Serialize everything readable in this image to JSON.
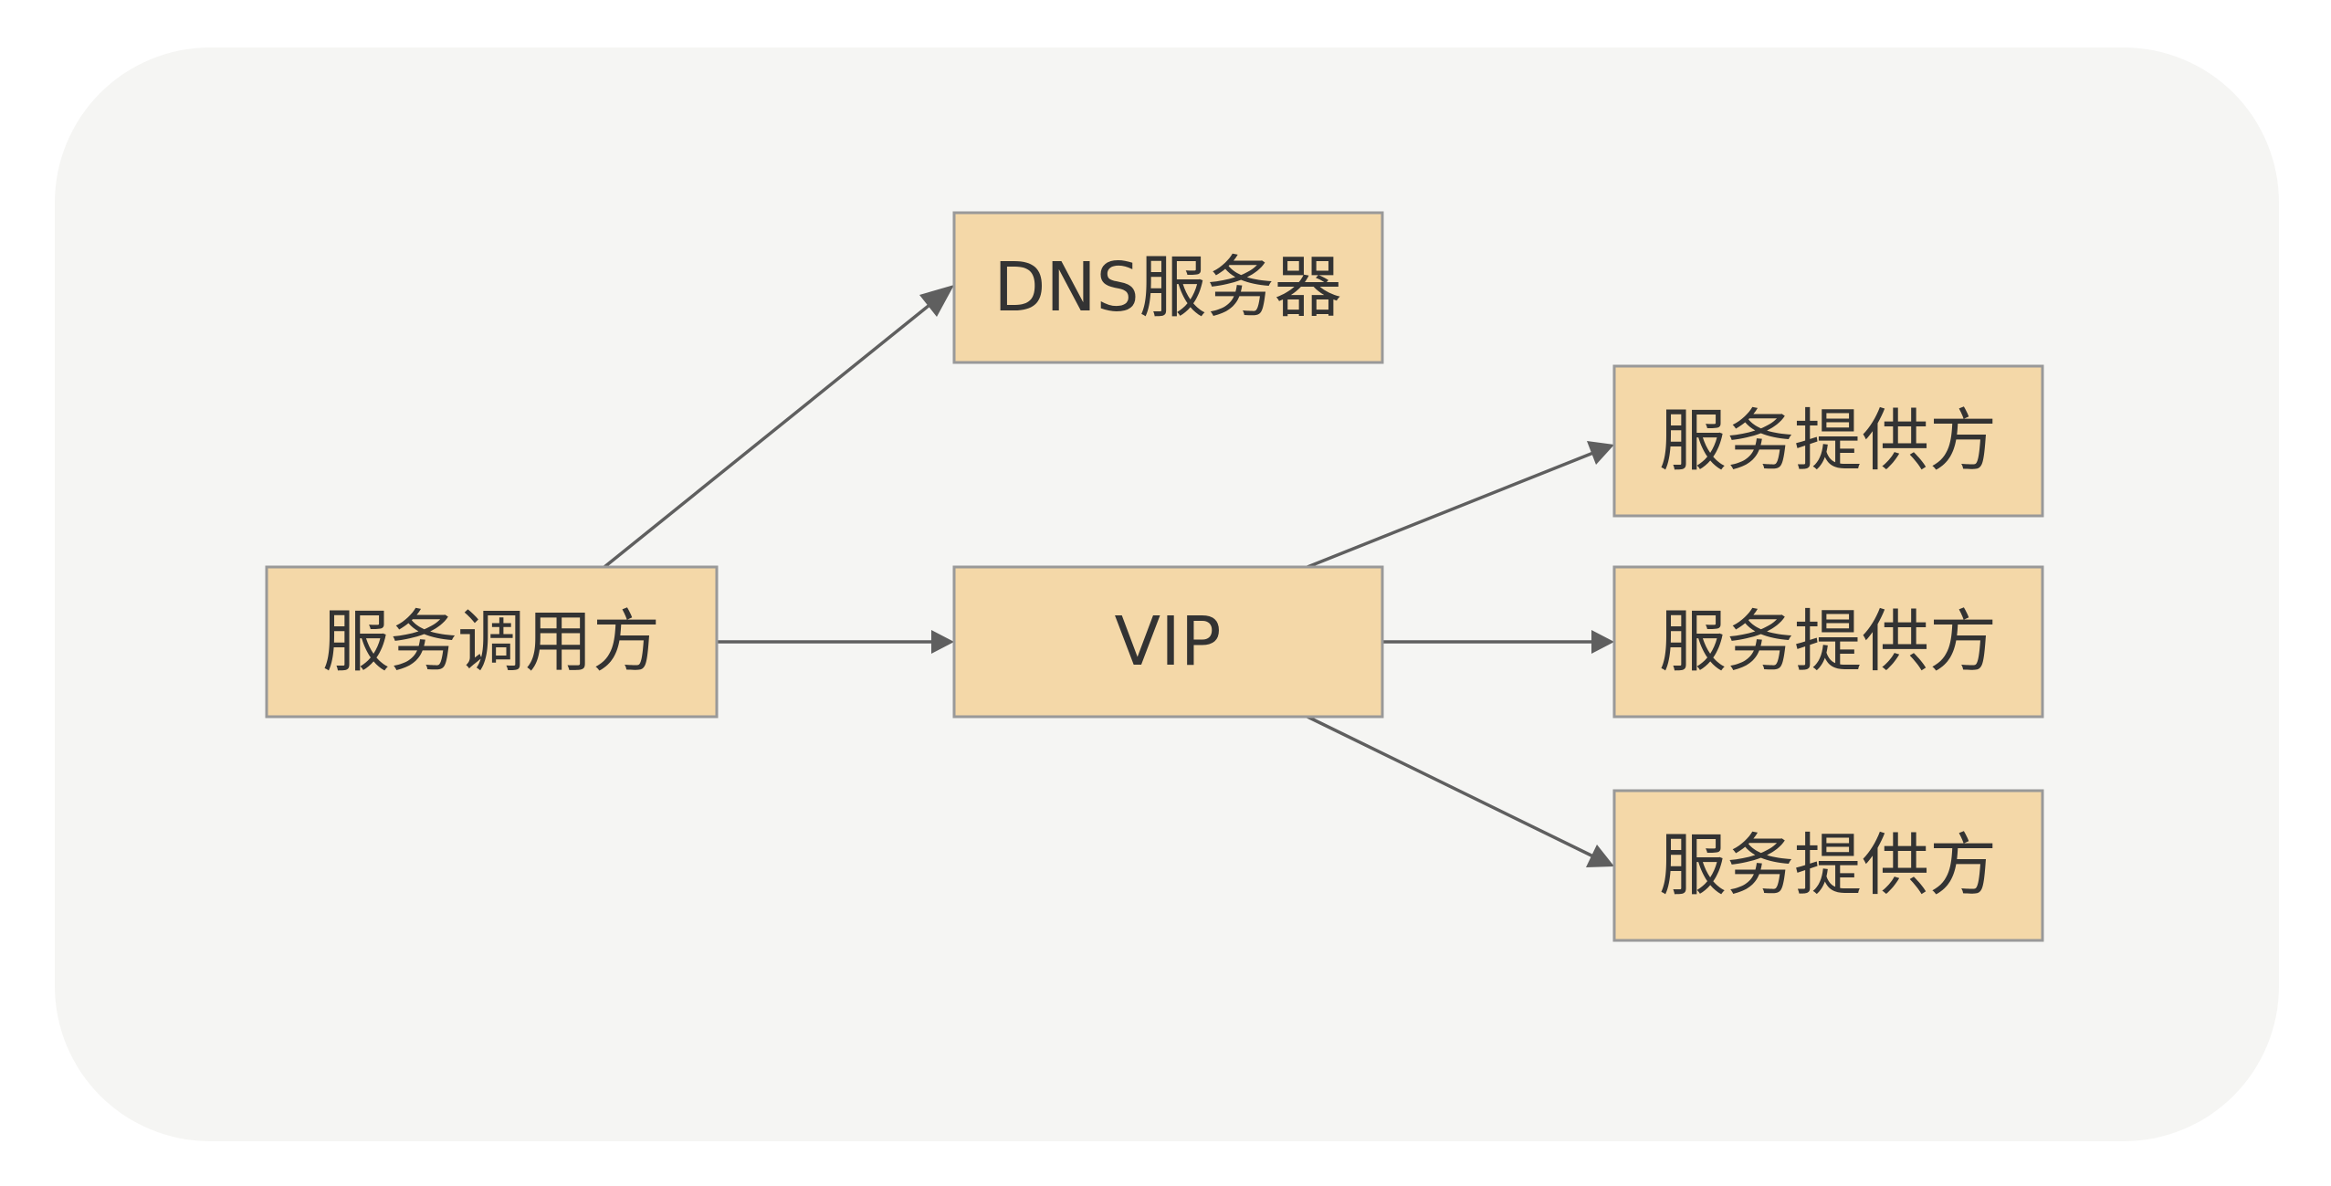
{
  "diagram": {
    "type": "flowchart",
    "colors": {
      "panel_background": "#f5f5f3",
      "node_fill": "#f4d8a8",
      "node_border": "#999999",
      "edge": "#5f5f5f",
      "text": "#333333"
    },
    "nodes": [
      {
        "id": "caller",
        "label": "服务调用方"
      },
      {
        "id": "dns",
        "label": "DNS服务器"
      },
      {
        "id": "vip",
        "label": "VIP"
      },
      {
        "id": "provider1",
        "label": "服务提供方"
      },
      {
        "id": "provider2",
        "label": "服务提供方"
      },
      {
        "id": "provider3",
        "label": "服务提供方"
      }
    ],
    "edges": [
      {
        "from": "caller",
        "to": "dns"
      },
      {
        "from": "caller",
        "to": "vip"
      },
      {
        "from": "vip",
        "to": "provider1"
      },
      {
        "from": "vip",
        "to": "provider2"
      },
      {
        "from": "vip",
        "to": "provider3"
      }
    ]
  }
}
